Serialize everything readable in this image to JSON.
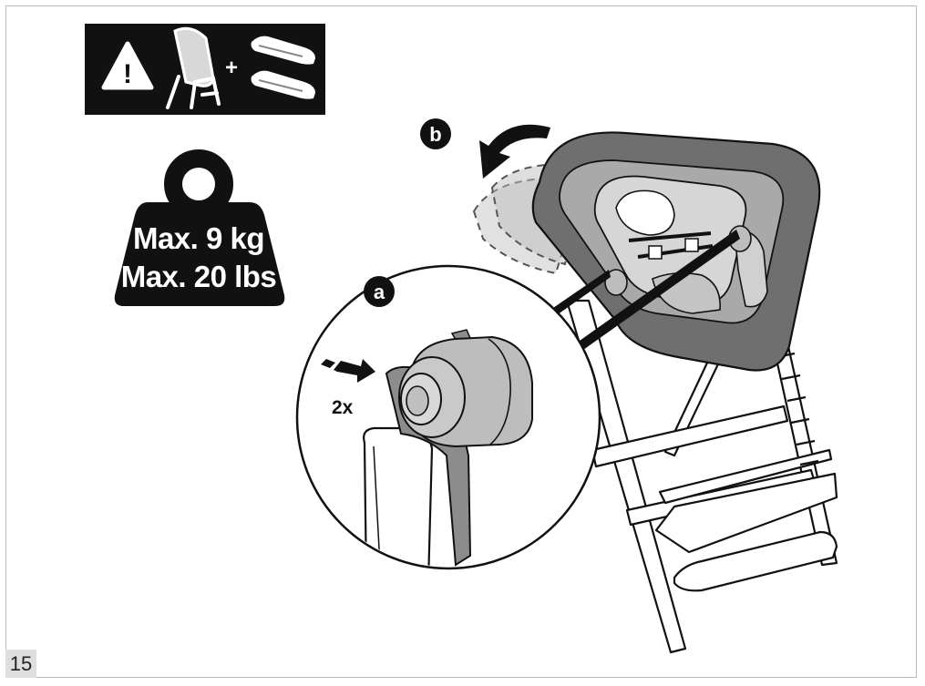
{
  "weight_limit": {
    "line1": "Max. 9 kg",
    "line2": "Max. 20 lbs"
  },
  "steps": {
    "a": "a",
    "b": "b"
  },
  "press_count": "2x",
  "warning": {
    "symbol": "!",
    "plus": "+"
  },
  "page_number": "15",
  "icons": [
    "warning-icon",
    "chair-icon",
    "rail-icon",
    "weight-icon",
    "press-arrow-icon",
    "rotate-arrow-icon"
  ],
  "colors": {
    "black": "#111111",
    "dark_grey": "#6f6f6f",
    "mid_grey": "#a9a9a9",
    "light_grey": "#d6d6d6"
  }
}
